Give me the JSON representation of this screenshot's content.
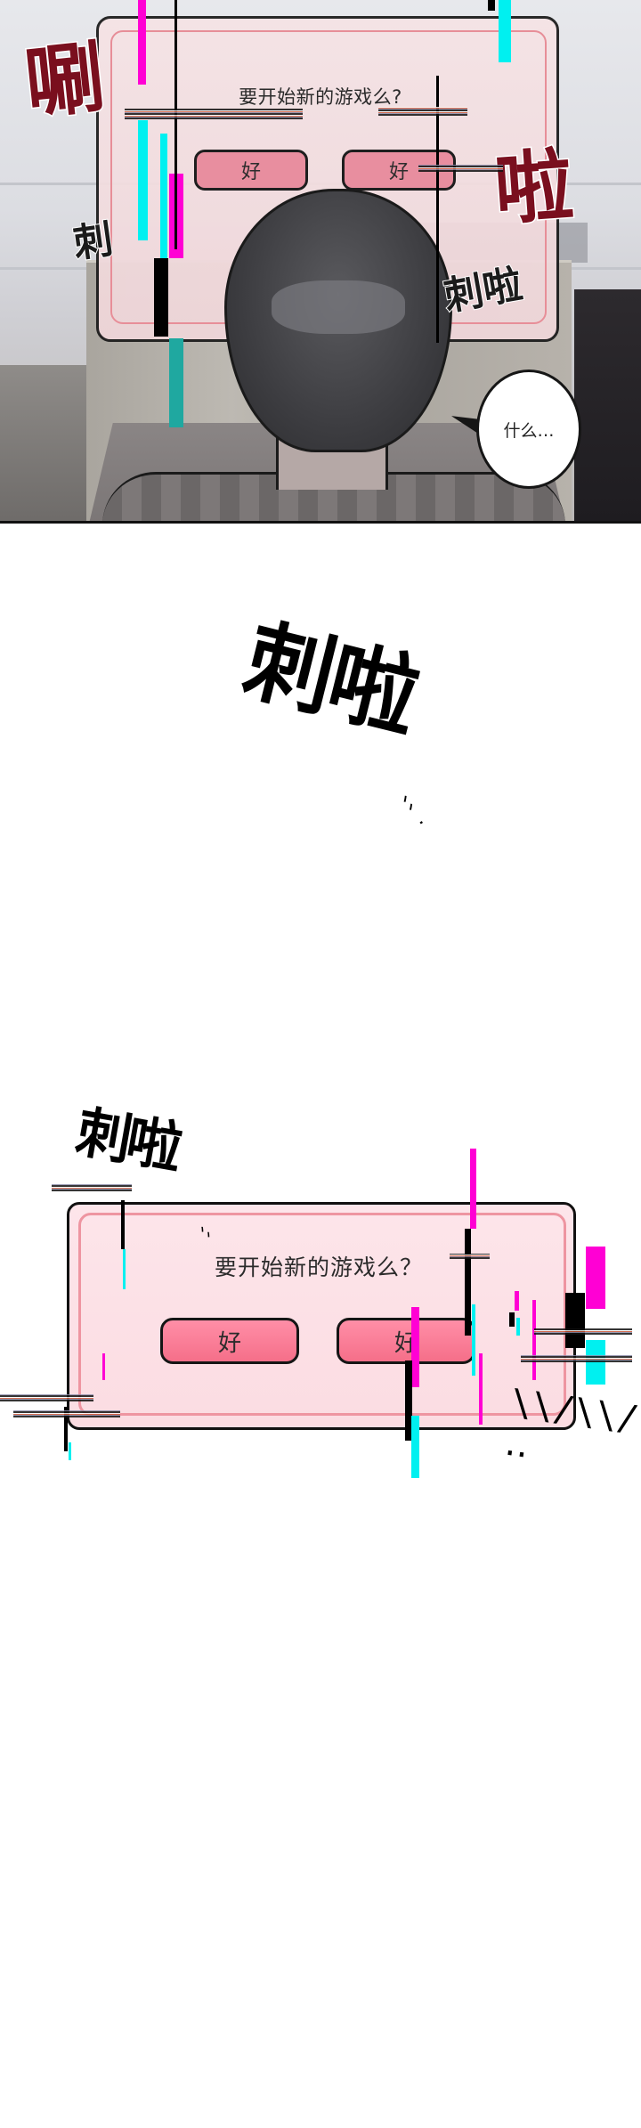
{
  "panel1": {
    "dialog": {
      "question": "要开始新的游戏么?",
      "buttons": [
        {
          "label": "好"
        },
        {
          "label": "好"
        }
      ]
    },
    "sound_effects": {
      "left_big": "唰",
      "right_big": "啦",
      "left_small": "刺",
      "right_small": "刺啦"
    },
    "speech_bubble": "什么…"
  },
  "middle": {
    "sound_effect": "刺啦",
    "trailing_dots": "、、."
  },
  "panel2": {
    "sound_effect": "刺啦",
    "trailing_dots": "、、",
    "dialog": {
      "question": "要开始新的游戏么？",
      "buttons": [
        {
          "label": "好"
        },
        {
          "label": "好"
        }
      ]
    },
    "scratch_effect": "\\\\/\\\\/ ‥"
  },
  "colors": {
    "sfx_red": "#7a0f1e",
    "dialog_pink": "#fbdce2",
    "button_pink": "#f56f89",
    "glitch_magenta": "#ff00d4",
    "glitch_cyan": "#00f0f0"
  }
}
